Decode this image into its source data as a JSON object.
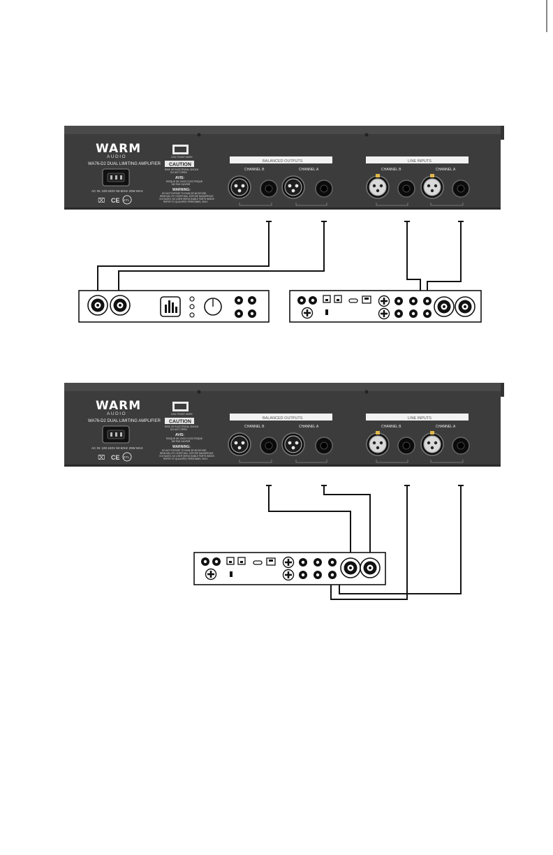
{
  "rear_panel": {
    "brand": "WARM",
    "brand_sub": "AUDIO",
    "model": "WA76-D2 DUAL LIMITING AMPLIFIER",
    "power_rating": "AC IN: 100-240V   50-60Hz   20W MAX",
    "badge_line": "USA TRADE MARK",
    "caution_title": "CAUTION",
    "caution_text_1": "RISK OF ELECTRICAL SHOCK",
    "caution_text_2": "DO NOT OPEN",
    "avis_title": "AVIS:",
    "avis_text_1": "RISQUE DE CHOC ELECTRIQUE",
    "avis_text_2": "NE PAS OUVRIR",
    "warning_title": "WARNING:",
    "warning_text_1": "DO NOT EXPOSE TO RAIN OR MOISTURE.",
    "warning_text_2": "REMOVAL OF COVER WILL EXPOSE DANGEROUS",
    "warning_text_3": "VOLTAGES. NO USER SERVICEABLE PARTS INSIDE.",
    "warning_text_4": "REFER TO QUALIFIED PERSONNEL ONLY.",
    "balanced_outputs": "BALANCED OUTPUTS",
    "line_inputs": "LINE INPUTS",
    "channel_b": "CHANNEL B",
    "channel_a": "CHANNEL A",
    "ce_mark": "CE",
    "etl_mark": "ETL"
  },
  "colors": {
    "panel": "#3c3c3c",
    "panel_top": "#4a4a4a",
    "label_strip": "#f2f2f2",
    "cable": "#111111",
    "device_outline": "#111111"
  },
  "icons": [
    "xlr-male-icon",
    "xlr-female-icon",
    "trs-jack-icon",
    "iec-power-inlet-icon",
    "combo-jack-icon",
    "meter-icon",
    "knob-icon"
  ]
}
